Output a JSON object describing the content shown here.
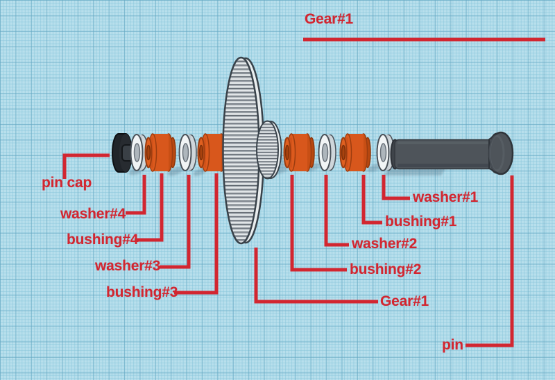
{
  "labels": {
    "gear_top": "Gear#1",
    "pin_cap": "pin cap",
    "washer_4": "washer#4",
    "bushing_4": "bushing#4",
    "washer_3": "washer#3",
    "bushing_3": "bushing#3",
    "gear_1": "Gear#1",
    "bushing_2": "bushing#2",
    "washer_2": "washer#2",
    "bushing_1": "bushing#1",
    "washer_1": "washer#1",
    "pin": "pin"
  },
  "colors": {
    "annotation_red": "#d22630",
    "bushing_orange": "#d8571c",
    "washer_silver": "#f1f4f5",
    "gear_silver": "#e3e7e9",
    "pin_gray": "#4e545a",
    "pin_cap_black": "#202429",
    "workplane_blue": "#b8dfec",
    "grid_major_blue": "#63a6c1"
  }
}
